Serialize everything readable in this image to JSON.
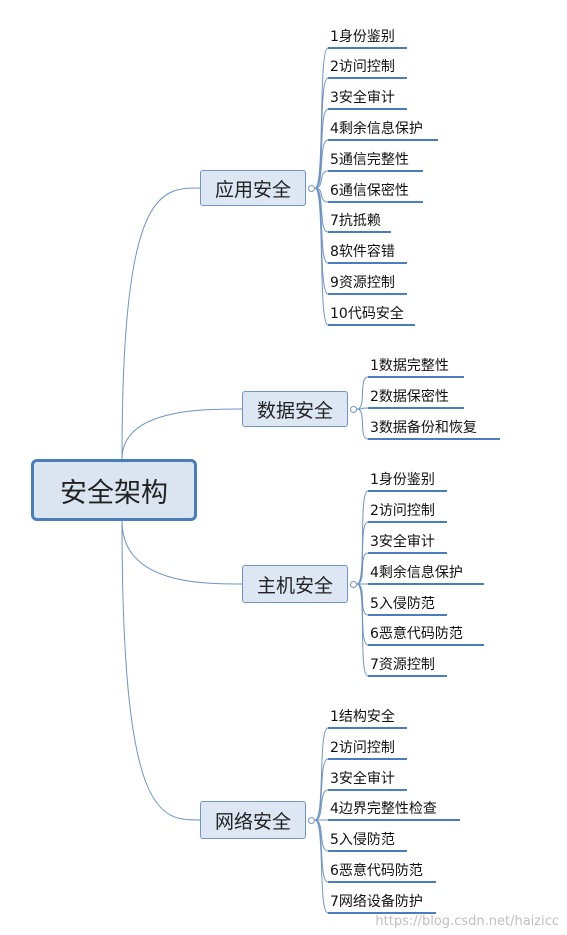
{
  "root": {
    "label": "安全架构"
  },
  "branches": [
    {
      "label": "应用安全",
      "items": [
        "1身份鉴别",
        "2访问控制",
        "3安全审计",
        "4剩余信息保护",
        "5通信完整性",
        "6通信保密性",
        "7抗抵赖",
        "8软件容错",
        "9资源控制",
        "10代码安全"
      ]
    },
    {
      "label": "数据安全",
      "items": [
        "1数据完整性",
        "2数据保密性",
        "3数据备份和恢复"
      ]
    },
    {
      "label": "主机安全",
      "items": [
        "1身份鉴别",
        "2访问控制",
        "3安全审计",
        "4剩余信息保护",
        "5入侵防范",
        "6恶意代码防范",
        "7资源控制"
      ]
    },
    {
      "label": "网络安全",
      "items": [
        "1结构安全",
        "2访问控制",
        "3安全审计",
        "4边界完整性检查",
        "5入侵防范",
        "6恶意代码防范",
        "7网络设备防护"
      ]
    }
  ],
  "watermark": "https://blog.csdn.net/haizicc",
  "colors": {
    "line": "#6f95c6",
    "leaf_underline": "#4a7ebb",
    "root_fill": "#dbe5f1",
    "branch_fill": "#dde7f4"
  }
}
